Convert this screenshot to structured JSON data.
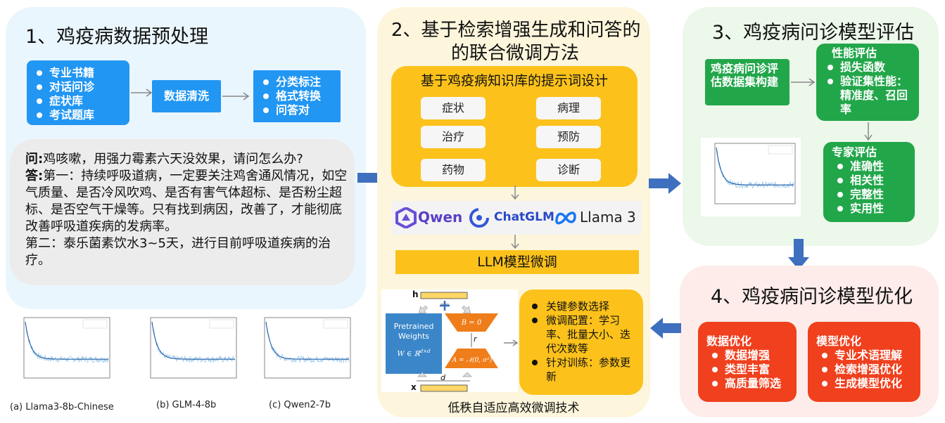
{
  "panel1": {
    "title": "1、鸡疫病数据预处理",
    "sources": [
      "专业书籍",
      "对话问诊",
      "症状库",
      "考试题库"
    ],
    "cleaning": "数据清洗",
    "outputs": [
      "分类标注",
      "格式转换",
      "问答对"
    ],
    "qa": {
      "q_label": "问:",
      "q_text": "鸡咳嗽，用强力霉素六天没效果，请问怎么办?",
      "a_label": "答:",
      "a_text": "第一：持续呼吸道病，一定要关注鸡舍通风情况，如空气质量、是否冷风吹鸡、是否有害气体超标、是否粉尘超标、是否空气干燥等。只有找到病因，改善了，才能彻底改善呼吸道疾病的发病率。",
      "a_text2": "第二：泰乐菌素饮水3~5天，进行目前呼吸道疾病的治疗。"
    },
    "captions": [
      "(a) Llama3-8b-Chinese",
      "(b) GLM-4-8b",
      "(c) Qwen2-7b"
    ]
  },
  "panel2": {
    "title_line1": "2、基于检索增强生成和问答的",
    "title_line2": "的联合微调方法",
    "prompt_title": "基于鸡疫病知识库的提示词设计",
    "tags": [
      "症状",
      "病理",
      "治疗",
      "预防",
      "药物",
      "诊断"
    ],
    "logos": {
      "qwen": "Qwen",
      "chatglm": "ChatGLM",
      "llama": "Llama 3"
    },
    "llm_finetune": "LLM模型微调",
    "lora": {
      "h": "h",
      "x": "x",
      "r": "r",
      "d": "d",
      "pretrained_line1": "Pretrained",
      "pretrained_line2": "Weights",
      "w_formula": "W ∈ ℝ",
      "w_sup": "d×d",
      "b_label": "B = 0",
      "a_label": "A = 𝒩(0, σ²)"
    },
    "finetune_points": [
      "关键参数选择",
      "微调配置：学习率、批量大小、迭代次数等",
      "针对训练：参数更新"
    ],
    "caption": "低秩自适应高效微调技术"
  },
  "panel3": {
    "title": "3、鸡疫病问诊模型评估",
    "dataset": "鸡疫病问诊评估数据集构建",
    "perf_title": "性能评估",
    "perf_items": [
      "损失函数",
      "验证集性能：精准度、召回率"
    ],
    "expert_title": "专家评估",
    "expert_items": [
      "准确性",
      "相关性",
      "完整性",
      "实用性"
    ]
  },
  "panel4": {
    "title": "4、鸡疫病问诊模型优化",
    "data_title": "数据优化",
    "data_items": [
      "数据增强",
      "类型丰富",
      "高质量筛选"
    ],
    "model_title": "模型优化",
    "model_items": [
      "专业术语理解",
      "检索增强优化",
      "生成模型优化"
    ]
  },
  "colors": {
    "blue": "#2196f3",
    "green": "#22a64a",
    "red": "#f0401e",
    "yellow": "#fcc21b",
    "arrow": "#3f6fbf"
  }
}
